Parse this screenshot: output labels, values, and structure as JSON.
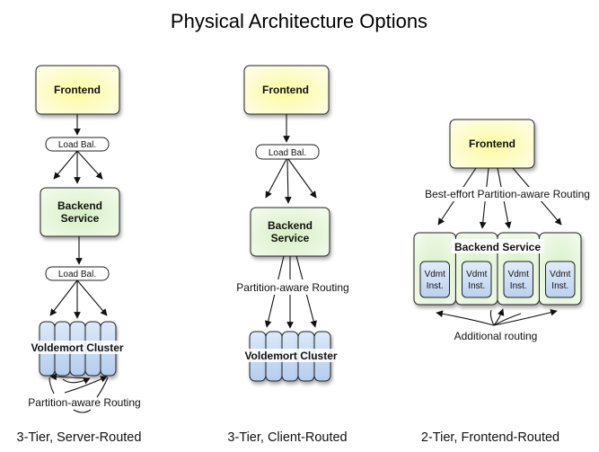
{
  "title": "Physical Architecture Options",
  "colors": {
    "frontend_fill": "#fdfbc0",
    "backend_fill": "#e2f5d6",
    "node_fill": "#c5daf2",
    "lb_fill": "#ffffff",
    "stroke": "#222222"
  },
  "diagrams": [
    {
      "caption": "3-Tier, Server-Routed",
      "frontend": "Frontend",
      "load_balancer_1": "Load Bal.",
      "backend_line1": "Backend",
      "backend_line2": "Service",
      "load_balancer_2": "Load Bal.",
      "cluster": "Voldemort Cluster",
      "routing_label": "Partition-aware Routing"
    },
    {
      "caption": "3-Tier, Client-Routed",
      "frontend": "Frontend",
      "load_balancer": "Load Bal.",
      "backend_line1": "Backend",
      "backend_line2": "Service",
      "routing_label": "Partition-aware Routing",
      "cluster": "Voldemort Cluster"
    },
    {
      "caption": "2-Tier, Frontend-Routed",
      "frontend": "Frontend",
      "routing_label": "Best-effort Partition-aware Routing",
      "backend": "Backend Service",
      "instances": [
        {
          "line1": "Vdmt",
          "line2": "Inst."
        },
        {
          "line1": "Vdmt",
          "line2": "Inst."
        },
        {
          "line1": "Vdmt",
          "line2": "Inst."
        },
        {
          "line1": "Vdmt",
          "line2": "Inst."
        }
      ],
      "additional_routing_label": "Additional routing"
    }
  ]
}
